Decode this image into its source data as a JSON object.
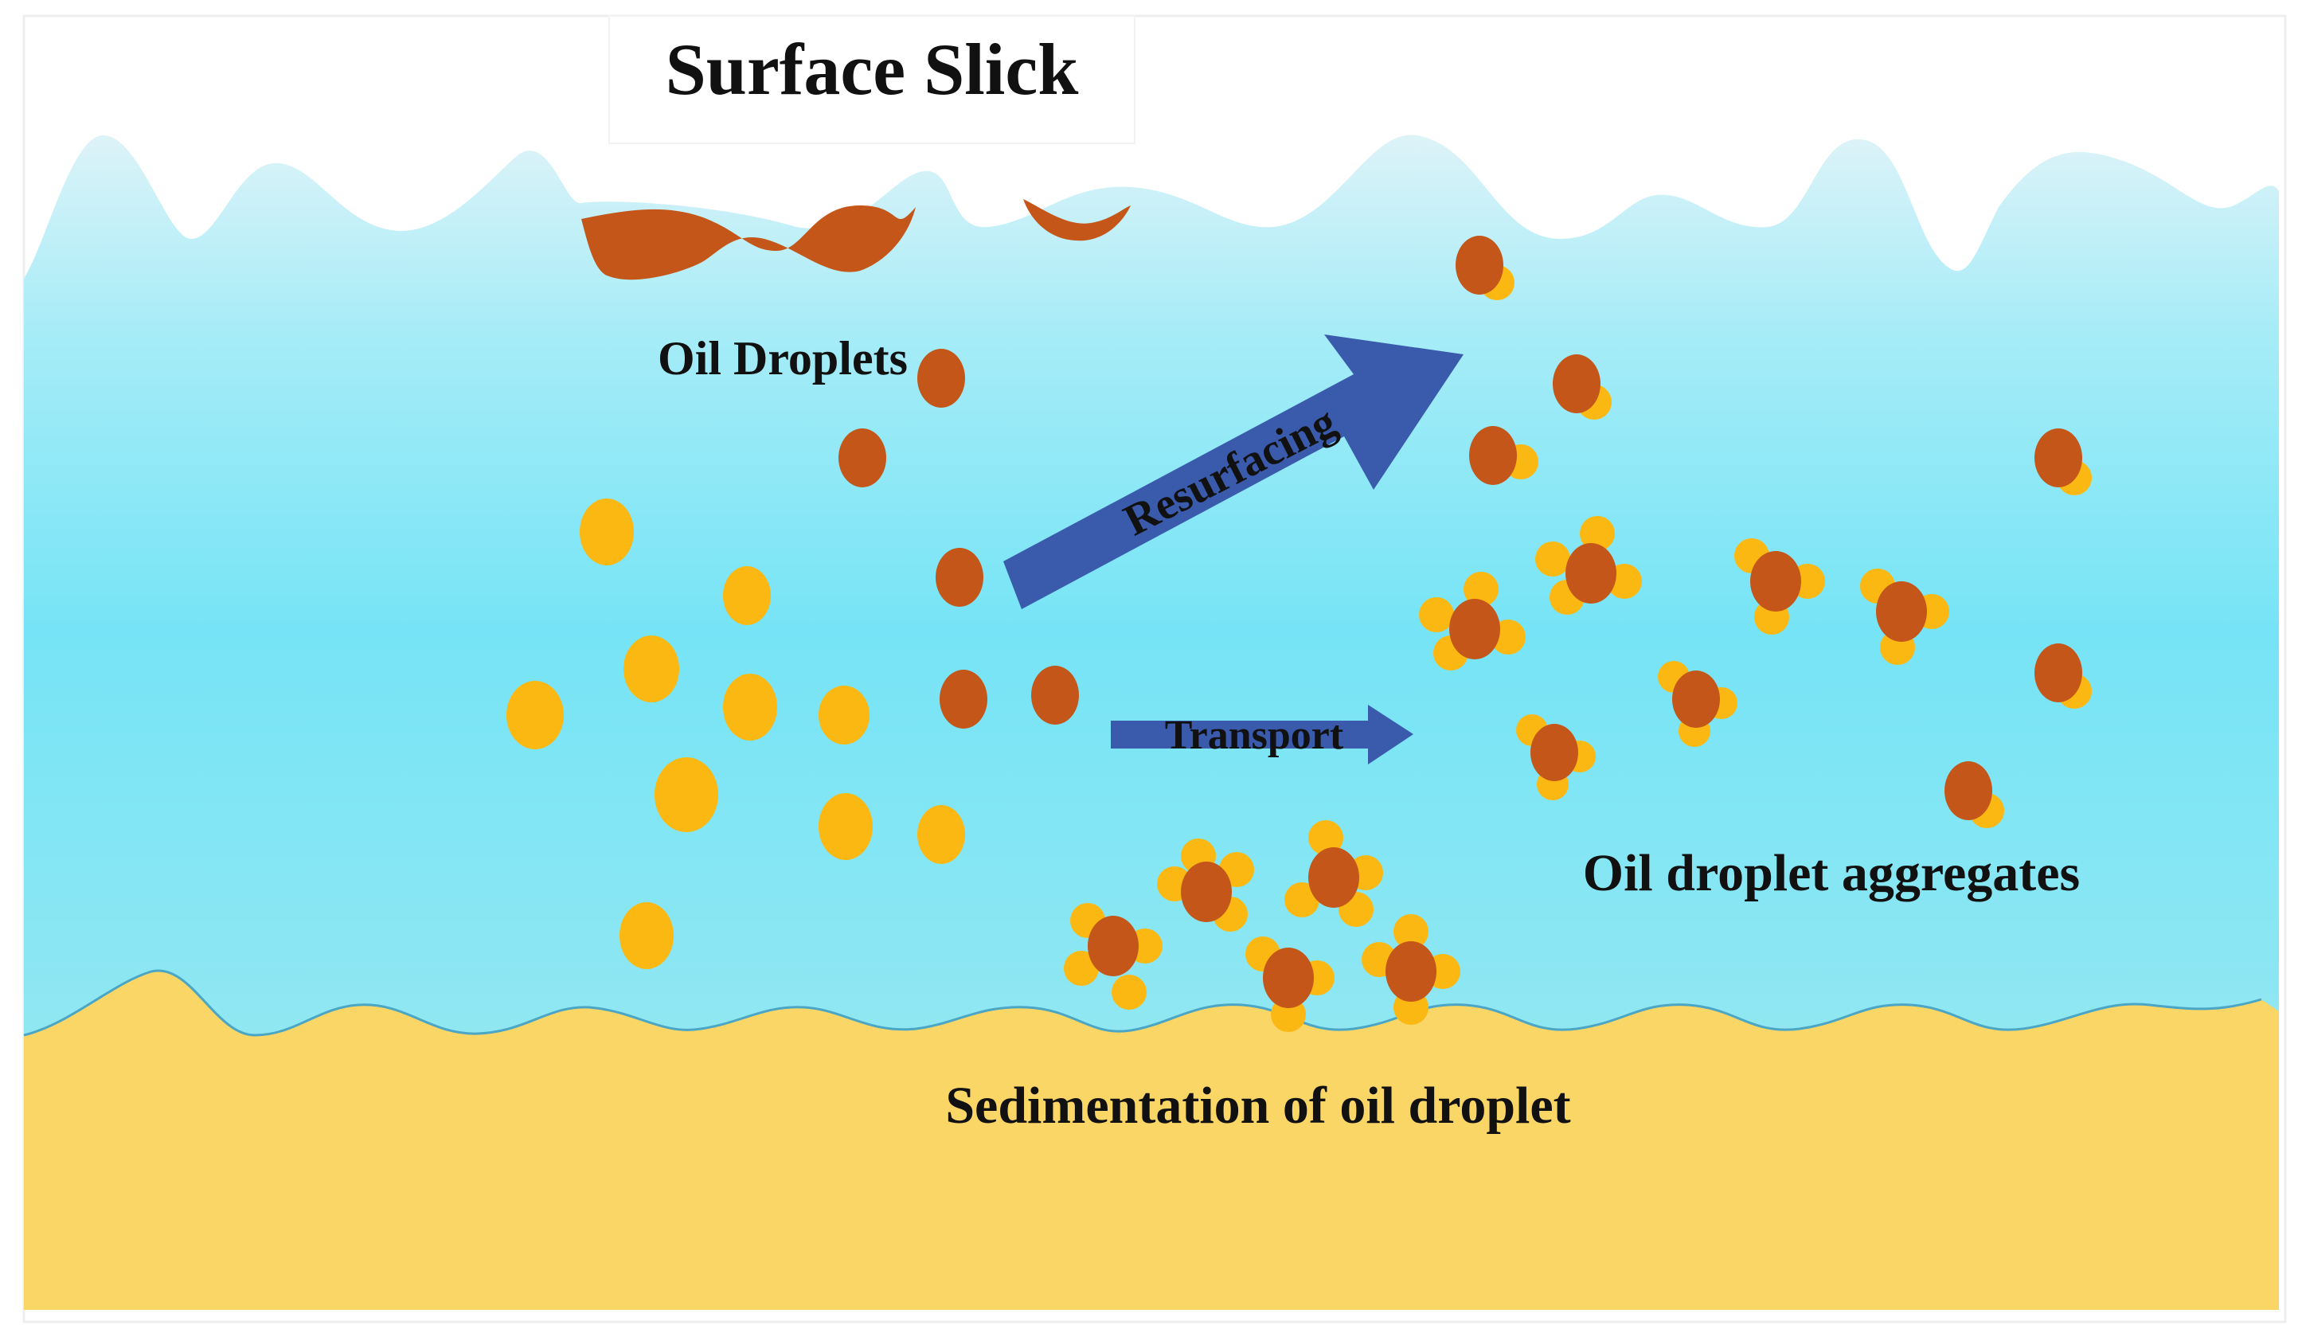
{
  "labels": {
    "surface_slick": "Surface Slick",
    "oil_droplets": "Oil Droplets",
    "resurfacing": "Resurfacing",
    "transport": "Transport",
    "aggregates": "Oil droplet aggregates",
    "sedimentation": "Sedimentation of oil droplet"
  },
  "colors": {
    "water_top": "#ddf3f8",
    "water_mid": "#76e4f6",
    "water_bottom": "#8ce6f2",
    "sediment": "#fad667",
    "oil": "#c4561a",
    "mineral": "#fbb812",
    "arrow": "#3a5bac"
  }
}
